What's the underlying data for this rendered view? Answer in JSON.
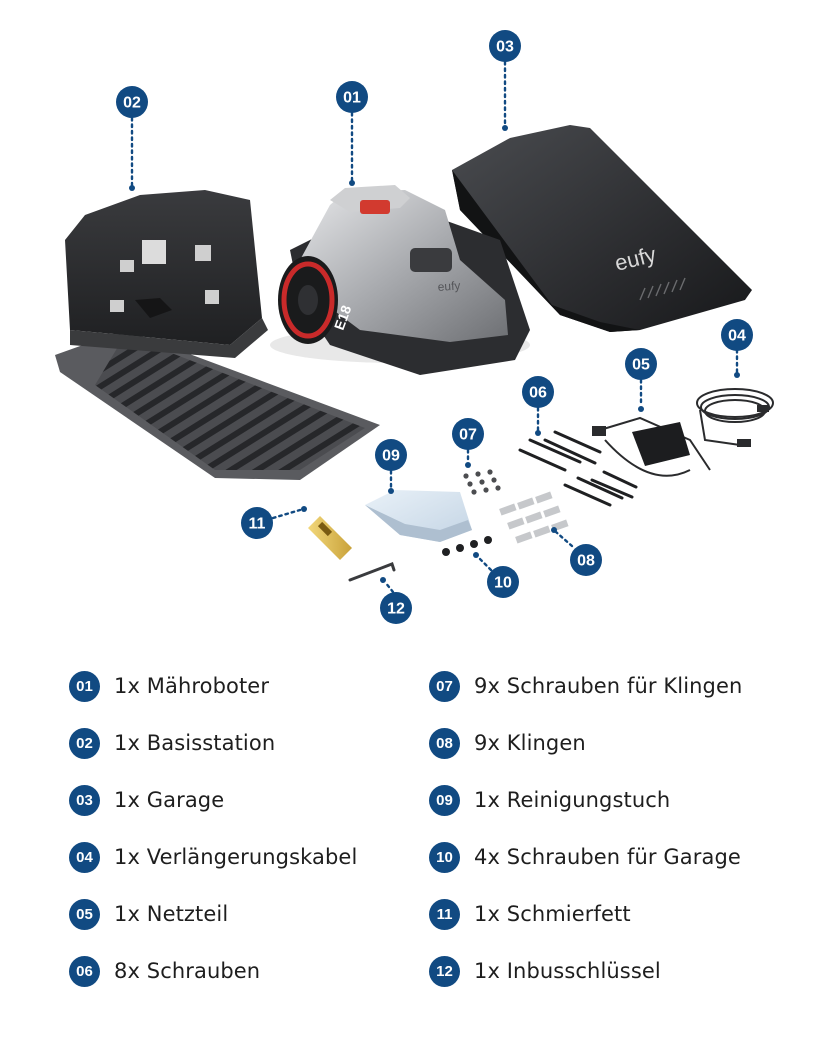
{
  "colors": {
    "badge": "#114a82",
    "text": "#1e1e1e",
    "background": "#ffffff"
  },
  "brand": {
    "mower_logo": "eufy",
    "garage_logo": "eufy",
    "mower_model": "E18"
  },
  "callouts": [
    "01",
    "02",
    "03",
    "04",
    "05",
    "06",
    "07",
    "08",
    "09",
    "10",
    "11",
    "12"
  ],
  "legend": {
    "left": [
      {
        "num": "01",
        "label": "1x Mähroboter"
      },
      {
        "num": "02",
        "label": "1x Basisstation"
      },
      {
        "num": "03",
        "label": "1x Garage"
      },
      {
        "num": "04",
        "label": "1x Verlängerungskabel"
      },
      {
        "num": "05",
        "label": "1x Netzteil"
      },
      {
        "num": "06",
        "label": "8x Schrauben"
      }
    ],
    "right": [
      {
        "num": "07",
        "label": "9x Schrauben für Klingen"
      },
      {
        "num": "08",
        "label": "9x Klingen"
      },
      {
        "num": "09",
        "label": "1x Reinigungstuch"
      },
      {
        "num": "10",
        "label": "4x Schrauben für Garage"
      },
      {
        "num": "11",
        "label": "1x Schmierfett"
      },
      {
        "num": "12",
        "label": "1x Inbusschlüssel"
      }
    ]
  }
}
